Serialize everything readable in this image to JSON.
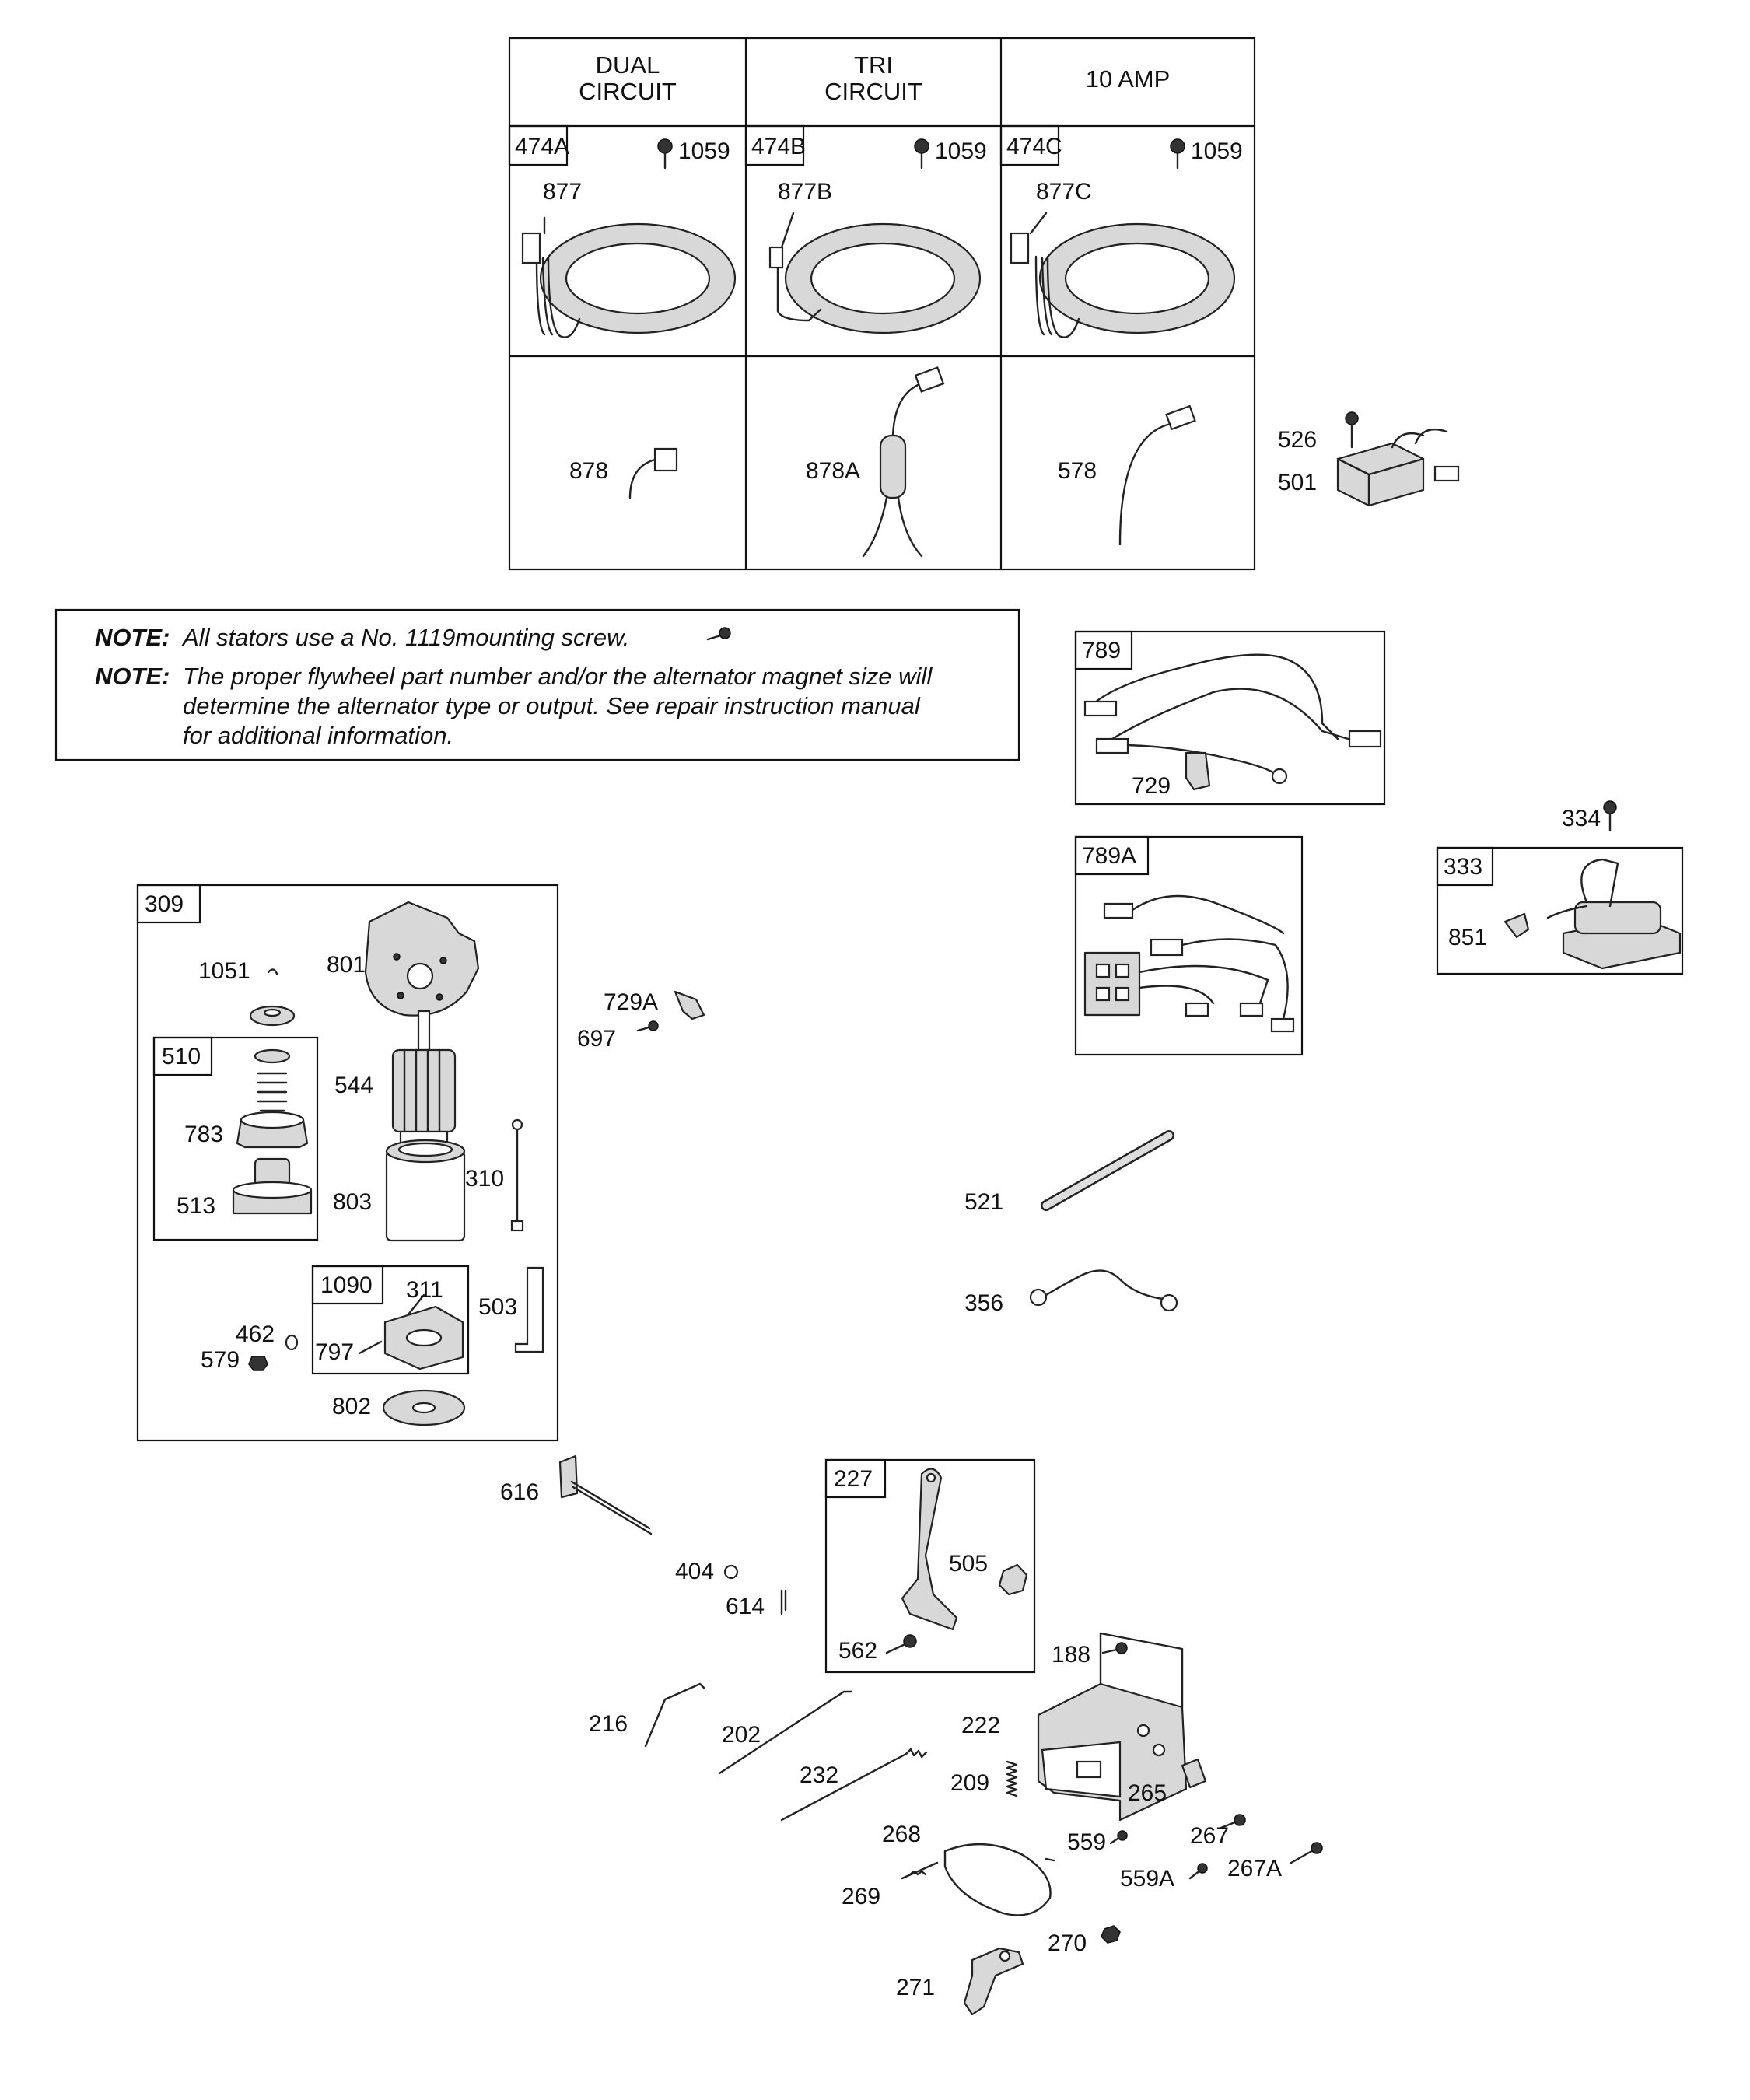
{
  "table": {
    "headers": [
      "DUAL\nCIRCUIT",
      "TRI\nCIRCUIT",
      "10 AMP"
    ],
    "header_lines": [
      [
        "DUAL",
        "CIRCUIT"
      ],
      [
        "TRI",
        "CIRCUIT"
      ],
      [
        "10 AMP"
      ]
    ],
    "cells": [
      {
        "ref": "474A",
        "screw": "1059",
        "stator": "877",
        "harness": "878"
      },
      {
        "ref": "474B",
        "screw": "1059",
        "stator": "877B",
        "harness": "878A"
      },
      {
        "ref": "474C",
        "screw": "1059",
        "stator": "877C",
        "harness": "578"
      }
    ]
  },
  "notes": {
    "label": "NOTE:",
    "note1": "All stators use a No. 1119mounting screw.",
    "note2_lines": [
      "The proper flywheel part number and/or the alternator magnet size will",
      "determine the alternator type or output. See repair instruction manual",
      "for additional information."
    ]
  },
  "groups": {
    "g789": "789",
    "g789A": "789A",
    "g333": "333",
    "g309": "309",
    "g510": "510",
    "g1090": "1090",
    "g227": "227"
  },
  "parts": {
    "p526": "526",
    "p501": "501",
    "p729": "729",
    "p334": "334",
    "p851": "851",
    "p1051": "1051",
    "p801": "801",
    "p544": "544",
    "p783": "783",
    "p513": "513",
    "p803": "803",
    "p310": "310",
    "p311": "311",
    "p503": "503",
    "p462": "462",
    "p579": "579",
    "p797": "797",
    "p802": "802",
    "p729A": "729A",
    "p697": "697",
    "p521": "521",
    "p356": "356",
    "p616": "616",
    "p404": "404",
    "p614": "614",
    "p505": "505",
    "p562": "562",
    "p188": "188",
    "p216": "216",
    "p202": "202",
    "p222": "222",
    "p232": "232",
    "p209": "209",
    "p265": "265",
    "p268": "268",
    "p559": "559",
    "p267": "267",
    "p559A": "559A",
    "p267A": "267A",
    "p269": "269",
    "p270": "270",
    "p271": "271"
  }
}
